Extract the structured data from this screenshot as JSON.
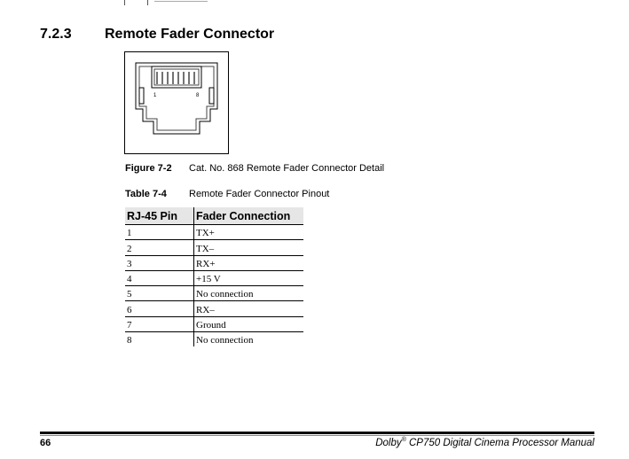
{
  "section": {
    "number": "7.2.3",
    "title": "Remote Fader Connector"
  },
  "figure": {
    "label": "Figure 7-2",
    "caption": "Cat. No. 868 Remote Fader Connector Detail",
    "pin_first": "1",
    "pin_last": "8"
  },
  "table": {
    "label": "Table 7-4",
    "caption": "Remote Fader Connector Pinout",
    "headers": [
      "RJ-45 Pin",
      "Fader Connection"
    ],
    "rows": [
      {
        "pin": "1",
        "connection": "TX+"
      },
      {
        "pin": "2",
        "connection": "TX–"
      },
      {
        "pin": "3",
        "connection": "RX+"
      },
      {
        "pin": "4",
        "connection": "+15 V"
      },
      {
        "pin": "5",
        "connection": "No connection"
      },
      {
        "pin": "6",
        "connection": "RX–"
      },
      {
        "pin": "7",
        "connection": "Ground"
      },
      {
        "pin": "8",
        "connection": "No connection"
      }
    ]
  },
  "footer": {
    "page_number": "66",
    "brand": "Dolby",
    "registered_mark": "®",
    "manual_title": " CP750 Digital Cinema Processor Manual"
  }
}
